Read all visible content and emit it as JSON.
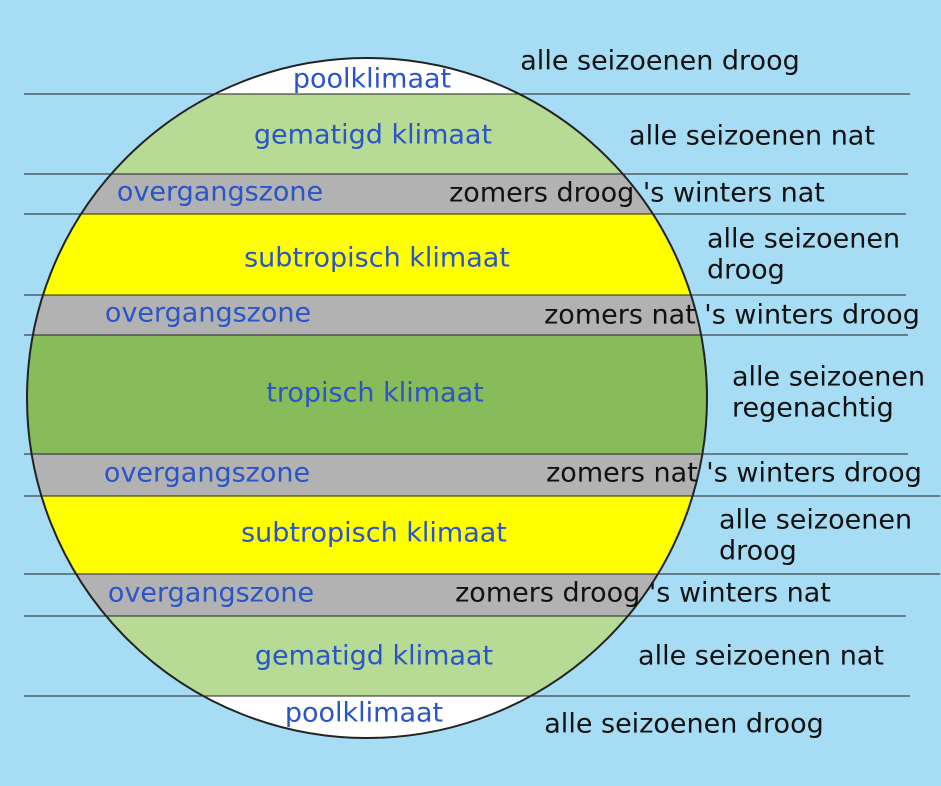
{
  "colors": {
    "background": "#a6dcf4",
    "polar": "#ffffff",
    "temperate": "#b7db95",
    "transition": "#b2b2b2",
    "subtropical": "#ffff00",
    "tropical": "#88bb5a",
    "zone_label": "#2a55c8",
    "season_label": "#111111"
  },
  "zones": [
    {
      "name": "poolklimaat",
      "kind": "polar",
      "season_lines": [
        "alle seizoenen droog"
      ]
    },
    {
      "name": "gematigd klimaat",
      "kind": "temperate",
      "season_lines": [
        "alle seizoenen nat"
      ]
    },
    {
      "name": "overgangszone",
      "kind": "transition",
      "season_lines": [
        "zomers droog 's winters nat"
      ]
    },
    {
      "name": "subtropisch klimaat",
      "kind": "subtropical",
      "season_lines": [
        "alle seizoenen",
        "droog"
      ]
    },
    {
      "name": "overgangszone",
      "kind": "transition",
      "season_lines": [
        "zomers nat 's winters droog"
      ]
    },
    {
      "name": "tropisch klimaat",
      "kind": "tropical",
      "season_lines": [
        "alle seizoenen",
        "regenachtig"
      ]
    },
    {
      "name": "overgangszone",
      "kind": "transition",
      "season_lines": [
        "zomers nat 's winters droog"
      ]
    },
    {
      "name": "subtropisch klimaat",
      "kind": "subtropical",
      "season_lines": [
        "alle seizoenen",
        "droog"
      ]
    },
    {
      "name": "overgangszone",
      "kind": "transition",
      "season_lines": [
        "zomers droog 's winters nat"
      ]
    },
    {
      "name": "gematigd klimaat",
      "kind": "temperate",
      "season_lines": [
        "alle seizoenen nat"
      ]
    },
    {
      "name": "poolklimaat",
      "kind": "polar",
      "season_lines": [
        "alle seizoenen droog"
      ]
    }
  ]
}
